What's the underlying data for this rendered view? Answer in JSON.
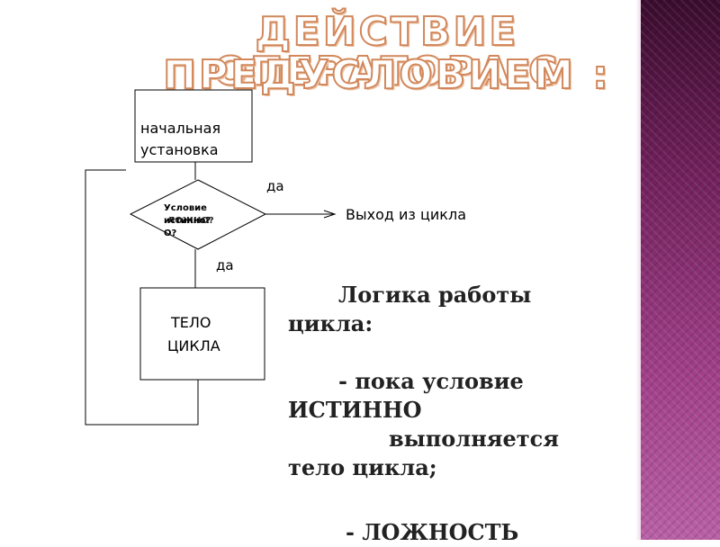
{
  "slide": {
    "title_line1": "ДЕЙСТВИЕ ОПЕРАТОРА С",
    "title_line2": "ПРЕДУСЛОВИЕМ :"
  },
  "flowchart": {
    "init_line1": "начальная",
    "init_line2": "установка",
    "condition_line1": "Условие",
    "condition_line2": "истинно?",
    "condition_line2_overlay": "ЛОЖНО?",
    "condition_line3": "О?",
    "yes_right": "да",
    "exit_label": "Выход  из цикла",
    "yes_down": "да",
    "body_line1": "ТЕЛО",
    "body_line2": "ЦИКЛА"
  },
  "logic": {
    "line1": "Логика работы",
    "line2": "цикла:",
    "line3": "- пока условие",
    "line4": "ИСТИННО",
    "line5": "выполняется",
    "line6": "тело цикла;",
    "line7": "- ЛОЖНОСТЬ"
  },
  "colors": {
    "side_panel": "#8a2b6e",
    "title_stroke": "#d2885c"
  }
}
